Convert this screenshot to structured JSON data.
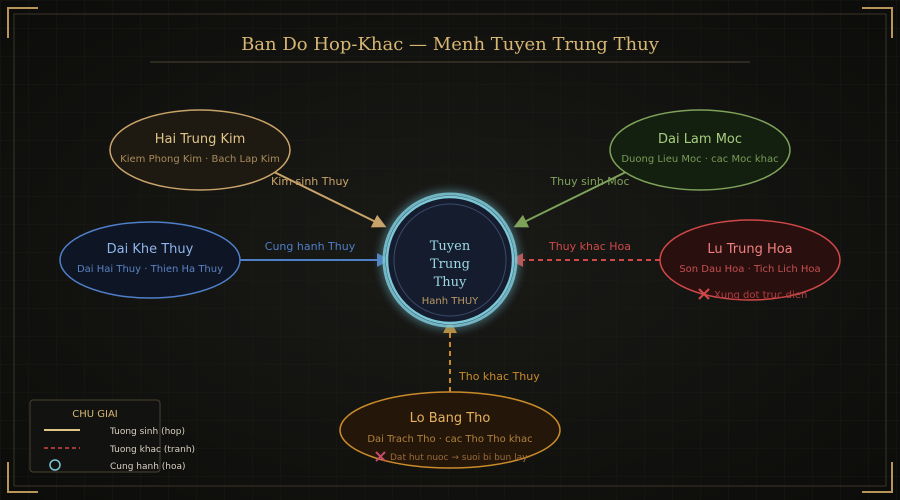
{
  "title": "Ban Do Hop-Khac — Menh Tuyen Trung Thuy",
  "center": {
    "line1": "Tuyen",
    "line2": "Trung",
    "line3": "Thuy",
    "sub": "Hanh THUY"
  },
  "nodes": {
    "hai_trung_kim": {
      "name": "Hai Trung Kim",
      "sub": "Kiem Phong Kim · Bach Lap Kim"
    },
    "dai_lam_moc": {
      "name": "Dai Lam Moc",
      "sub": "Duong Lieu Moc · cac Moc khac"
    },
    "dai_khe_thuy": {
      "name": "Dai Khe Thuy",
      "sub": "Dai Hai Thuy · Thien Ha Thuy"
    },
    "lu_trung_hoa": {
      "name": "Lu Trung Hoa",
      "sub": "Son Dau Hoa · Tich Lich Hoa",
      "note": "Xung dot truc dien"
    },
    "lo_bang_tho": {
      "name": "Lo Bang Tho",
      "sub": "Dai Trach Tho · cac Tho Tho khac",
      "note": "Dat hut nuoc → suoi bi bun lay"
    }
  },
  "edges": {
    "kim": "Kim sinh Thuy",
    "moc": "Thuy sinh Moc",
    "khe": "Cung hanh Thuy",
    "hoa": "Thuy khac Hoa",
    "tho": "Tho khac Thuy"
  },
  "legend": {
    "title": "CHU GIAI",
    "items": [
      "Tuong sinh (hop)",
      "Tuong khac (tranh)",
      "Cung hanh (hoa)"
    ]
  },
  "colors": {
    "gold": "#d8b674",
    "kim": "#c9a46a",
    "moc": "#7fa25a",
    "thuy": "#4f7fc8",
    "hoa": "#d04848",
    "tho": "#c98a2a",
    "center": "#7cc6d6"
  }
}
